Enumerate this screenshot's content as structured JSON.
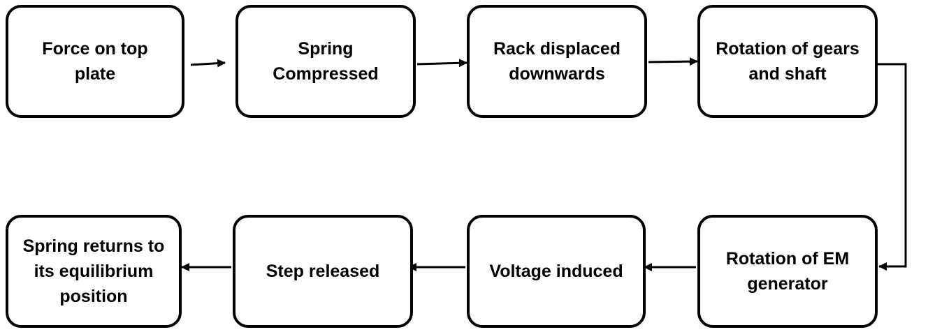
{
  "diagram": {
    "nodes": [
      {
        "id": "force-on-top-plate",
        "lines": [
          "Force on top",
          "plate"
        ]
      },
      {
        "id": "spring-compressed",
        "lines": [
          "Spring",
          "Compressed"
        ]
      },
      {
        "id": "rack-displaced",
        "lines": [
          "Rack displaced",
          "downwards"
        ]
      },
      {
        "id": "rotation-gears-shaft",
        "lines": [
          "Rotation of gears",
          "and shaft"
        ]
      },
      {
        "id": "rotation-em-generator",
        "lines": [
          "Rotation of EM",
          "generator"
        ]
      },
      {
        "id": "voltage-induced",
        "lines": [
          "Voltage induced"
        ]
      },
      {
        "id": "step-released",
        "lines": [
          "Step released"
        ]
      },
      {
        "id": "spring-returns",
        "lines": [
          "Spring returns to",
          "its equilibrium",
          "position"
        ]
      }
    ],
    "edges": [
      {
        "from": "force-on-top-plate",
        "to": "spring-compressed"
      },
      {
        "from": "spring-compressed",
        "to": "rack-displaced"
      },
      {
        "from": "rack-displaced",
        "to": "rotation-gears-shaft"
      },
      {
        "from": "rotation-gears-shaft",
        "to": "rotation-em-generator"
      },
      {
        "from": "rotation-em-generator",
        "to": "voltage-induced"
      },
      {
        "from": "voltage-induced",
        "to": "step-released"
      },
      {
        "from": "step-released",
        "to": "spring-returns"
      }
    ],
    "colors": {
      "stroke": "#000000",
      "fill": "#ffffff",
      "text": "#000000"
    }
  }
}
